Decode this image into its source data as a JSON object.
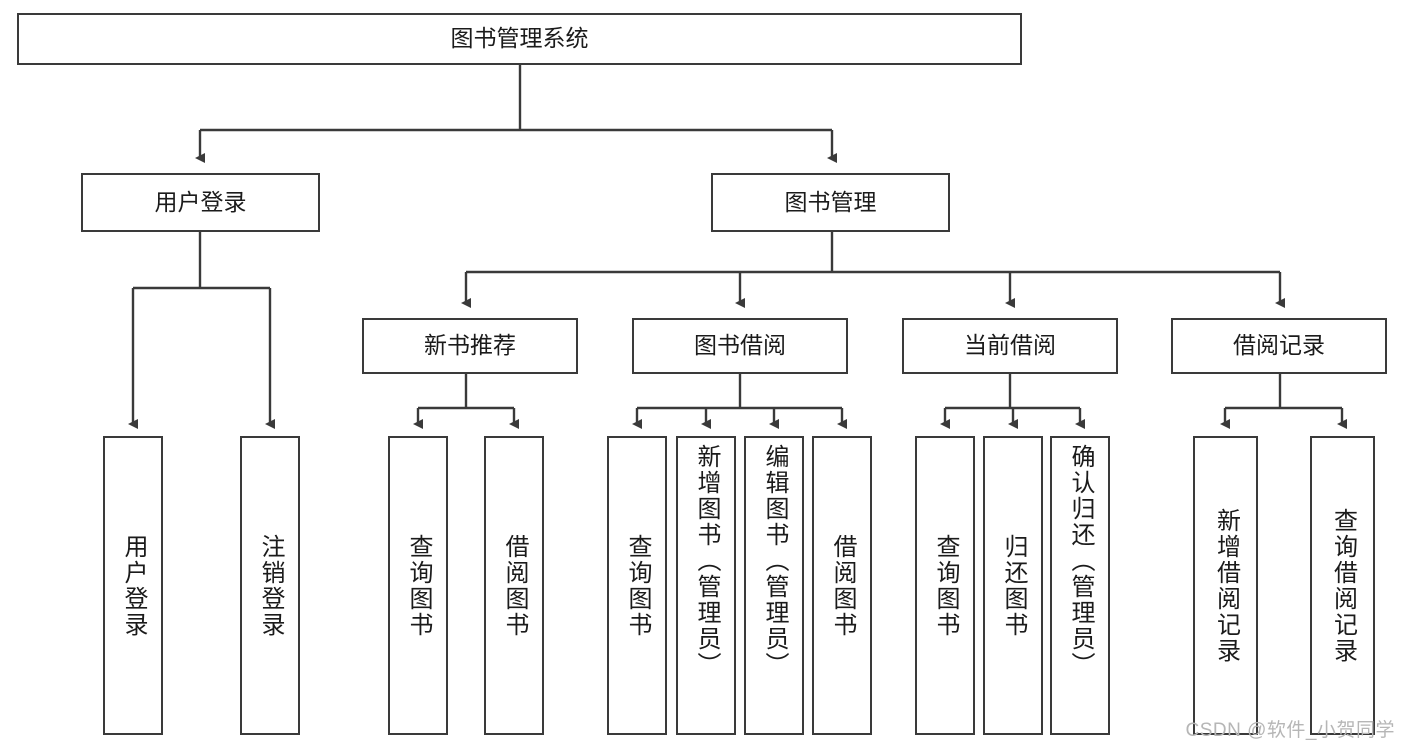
{
  "diagram": {
    "title": "图书管理系统",
    "watermark": "CSDN @软件_小贺同学",
    "colors": {
      "box_border": "#3a3a3a",
      "box_fill": "#ffffff",
      "edge": "#3a3a3a",
      "text": "#1b1b1b",
      "watermark": "#b6b6b6"
    },
    "nodes": {
      "root": "图书管理系统",
      "level2": [
        "用户登录",
        "图书管理"
      ],
      "level3": [
        "新书推荐",
        "图书借阅",
        "当前借阅",
        "借阅记录"
      ],
      "leaves": {
        "user_login": [
          "用户登录",
          "注销登录"
        ],
        "new_book": [
          "查询图书",
          "借阅图书"
        ],
        "book_borrow": [
          "查询图书",
          "新增图书（管理员）",
          "编辑图书（管理员）",
          "借阅图书"
        ],
        "current_borrow": [
          "查询图书",
          "归还图书",
          "确认归还（管理员）"
        ],
        "borrow_record": [
          "新增借阅记录",
          "查询借阅记录"
        ]
      }
    },
    "chart_data": {
      "type": "table",
      "title": "图书管理系统 功能结构图",
      "tree": {
        "name": "图书管理系统",
        "children": [
          {
            "name": "用户登录",
            "children": [
              {
                "name": "用户登录"
              },
              {
                "name": "注销登录"
              }
            ]
          },
          {
            "name": "图书管理",
            "children": [
              {
                "name": "新书推荐",
                "children": [
                  {
                    "name": "查询图书"
                  },
                  {
                    "name": "借阅图书"
                  }
                ]
              },
              {
                "name": "图书借阅",
                "children": [
                  {
                    "name": "查询图书"
                  },
                  {
                    "name": "新增图书（管理员）"
                  },
                  {
                    "name": "编辑图书（管理员）"
                  },
                  {
                    "name": "借阅图书"
                  }
                ]
              },
              {
                "name": "当前借阅",
                "children": [
                  {
                    "name": "查询图书"
                  },
                  {
                    "name": "归还图书"
                  },
                  {
                    "name": "确认归还（管理员）"
                  }
                ]
              },
              {
                "name": "借阅记录",
                "children": [
                  {
                    "name": "新增借阅记录"
                  },
                  {
                    "name": "查询借阅记录"
                  }
                ]
              }
            ]
          }
        ]
      }
    }
  }
}
